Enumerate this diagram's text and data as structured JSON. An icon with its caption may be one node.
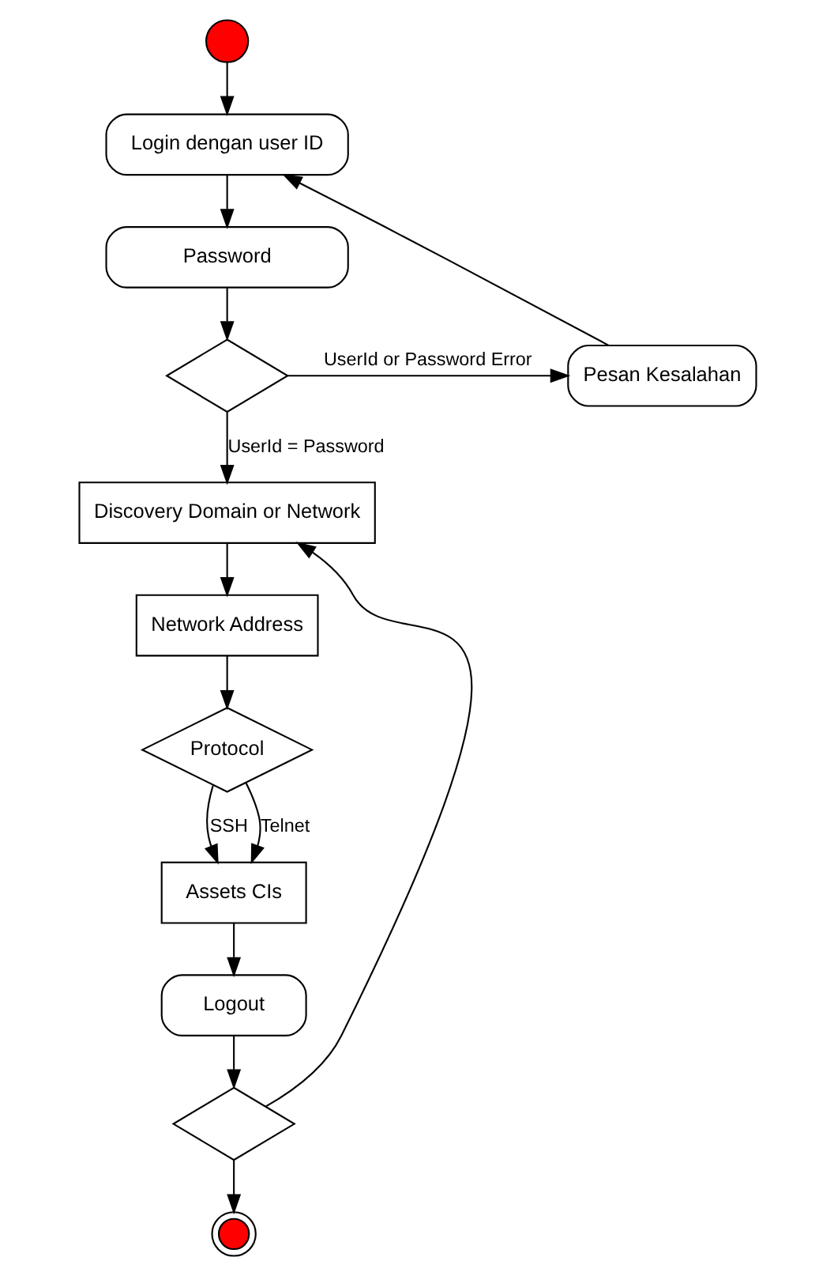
{
  "diagram": {
    "nodes": [
      {
        "text": [],
        "shape": "circle"
      },
      {
        "text": [
          "Login dengan user ID"
        ]
      },
      {
        "text": [
          "Password"
        ]
      },
      {
        "text": [
          "Pesan Kesalahan"
        ]
      },
      {
        "text": [],
        "shape": "diamond"
      },
      {
        "text": [
          "Discovery Domain or Network"
        ]
      },
      {
        "text": [
          "Network Address"
        ]
      },
      {
        "text": [
          "Protocol"
        ]
      },
      {
        "text": [
          "Assets CIs"
        ]
      },
      {
        "text": [
          "Logout"
        ]
      },
      {
        "text": [],
        "shape": "diamond"
      },
      {
        "text": [],
        "shape": "circle"
      }
    ],
    "edges": [
      {
        "from": 0,
        "to": 1,
        "arrow": "to"
      },
      {
        "from": 1,
        "to": 2,
        "arrow": "to"
      },
      {
        "from": 2,
        "to": 4,
        "arrow": "to"
      },
      {
        "from": 4,
        "to": 3,
        "arrow": "to",
        "label": "UserId or Password Error"
      },
      {
        "from": 3,
        "to": 1,
        "arrow": "to"
      },
      {
        "from": 4,
        "to": 5,
        "arrow": "to",
        "label": "UserId = Password"
      },
      {
        "from": 5,
        "to": 6,
        "arrow": "to"
      },
      {
        "from": 6,
        "to": 7,
        "arrow": "to"
      },
      {
        "from": 7,
        "to": 8,
        "arrow": "to",
        "label": "SSH"
      },
      {
        "from": 7,
        "to": 8,
        "arrow": "to",
        "label": "Telnet"
      },
      {
        "from": 8,
        "to": 9,
        "arrow": "to"
      },
      {
        "from": 9,
        "to": 10,
        "arrow": "to"
      },
      {
        "from": 10,
        "to": 5,
        "arrow": "to"
      },
      {
        "from": 10,
        "to": 11,
        "arrow": "to"
      }
    ]
  }
}
